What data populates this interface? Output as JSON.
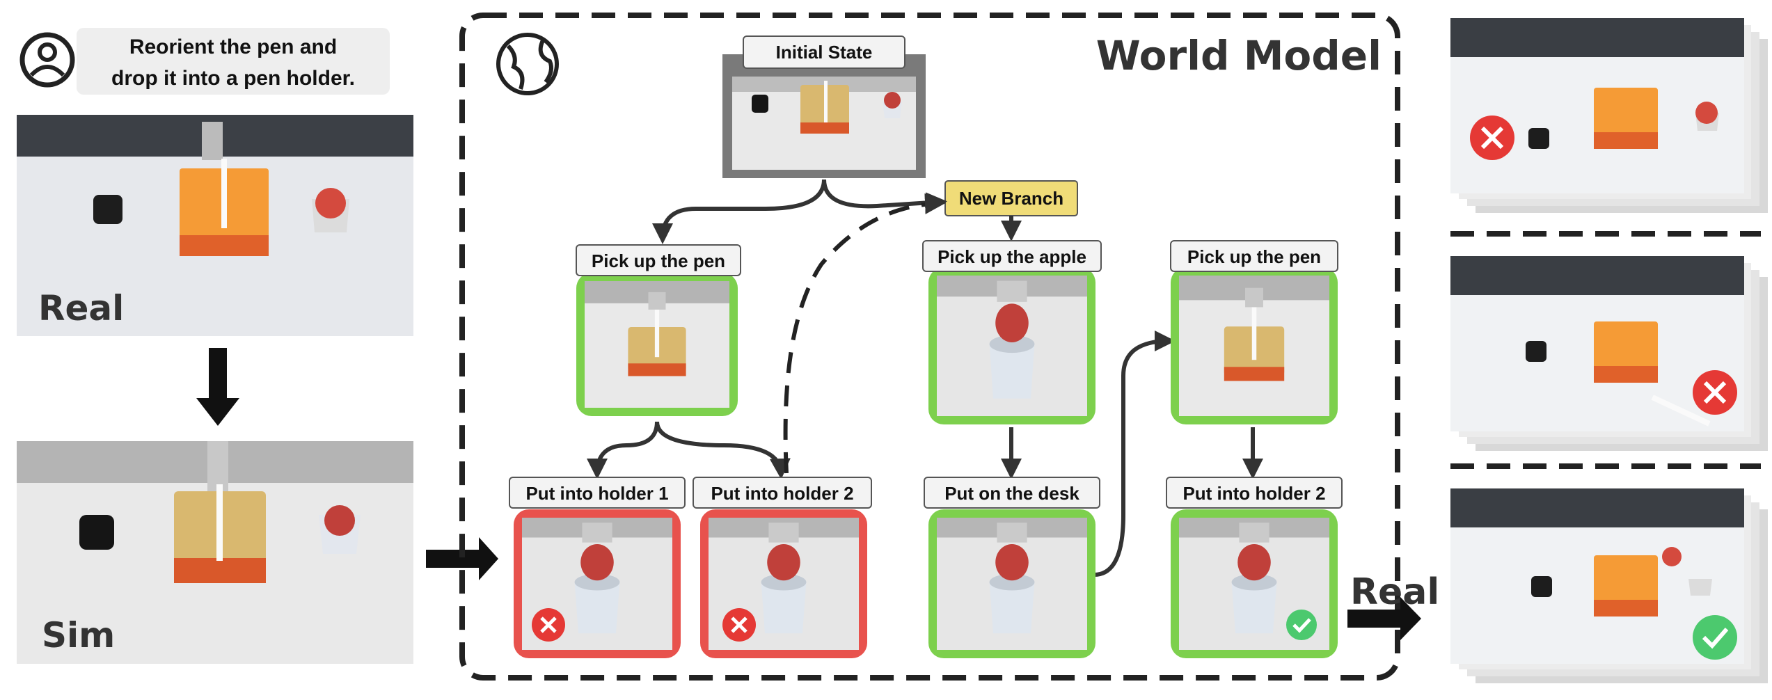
{
  "instruction": {
    "line1": "Reorient the pen and",
    "line2": "drop it into a pen holder."
  },
  "left_panel": {
    "real_label": "Real",
    "sim_label": "Sim"
  },
  "world_model": {
    "title": "World Model",
    "initial_state": "Initial State",
    "new_branch": "New Branch",
    "nodes": {
      "pick_pen_1": "Pick up the pen",
      "holder1": "Put into holder 1",
      "holder2_fail": "Put into holder 2",
      "pick_apple": "Pick up the apple",
      "put_desk": "Put on the desk",
      "pick_pen_2": "Pick up the pen",
      "holder2_success": "Put into holder 2"
    }
  },
  "right_panel": {
    "real_label": "Real"
  },
  "colors": {
    "success_border": "#7dd04d",
    "fail_border": "#e8524d",
    "new_branch_fill": "#f0dc78",
    "initial_border": "#777777",
    "frame_dash": "#222222",
    "fail_badge": "#e53935",
    "success_badge": "#4cc96e"
  }
}
